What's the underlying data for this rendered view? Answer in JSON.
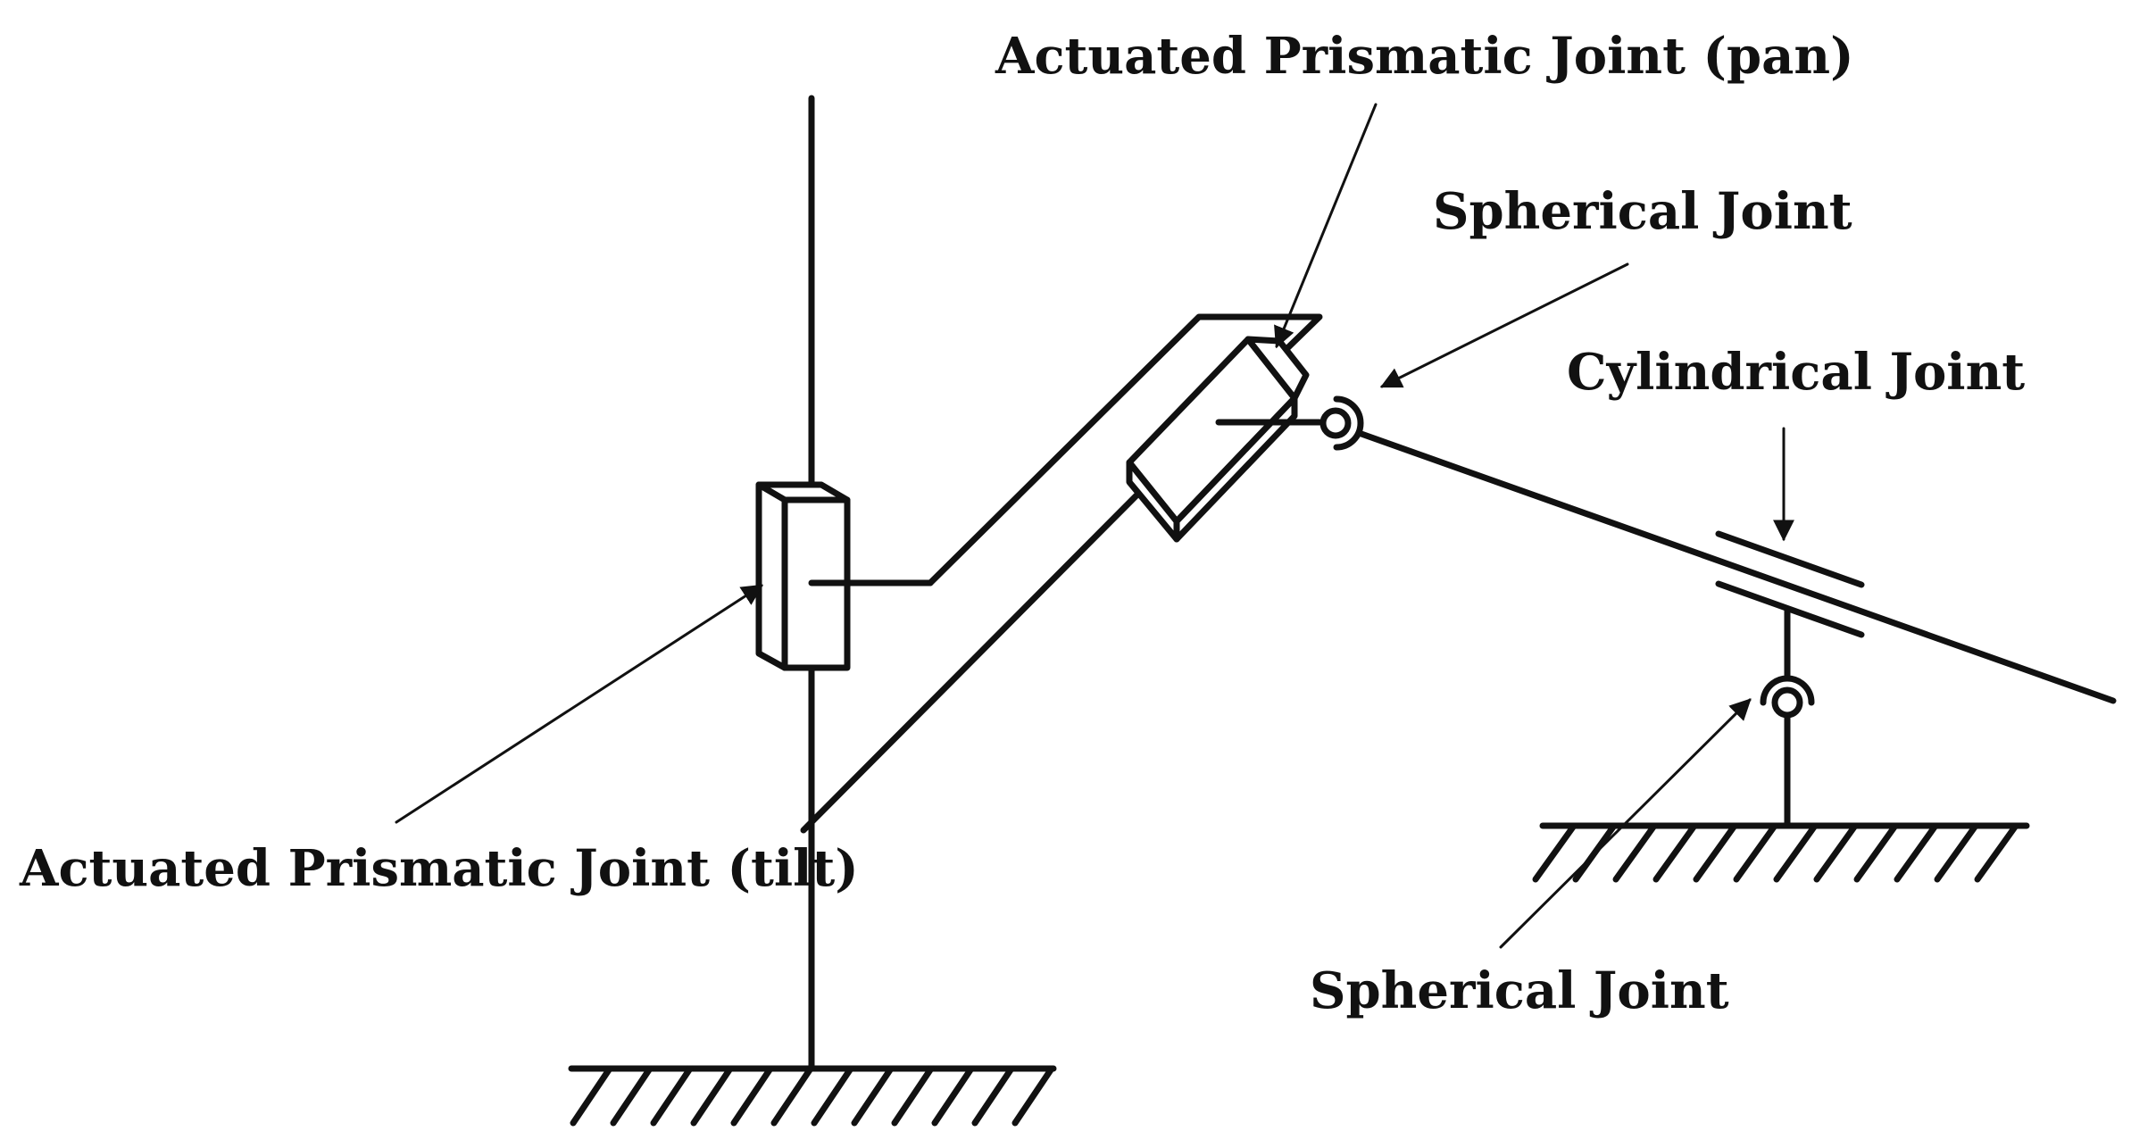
{
  "labels": {
    "prismatic_pan": "Actuated Prismatic Joint (pan)",
    "spherical_top": "Spherical Joint",
    "cylindrical": "Cylindrical Joint",
    "prismatic_tilt": "Actuated Prismatic Joint (tilt)",
    "spherical_bottom": "Spherical Joint"
  },
  "colors": {
    "ink": "#111111",
    "background": "#ffffff"
  }
}
